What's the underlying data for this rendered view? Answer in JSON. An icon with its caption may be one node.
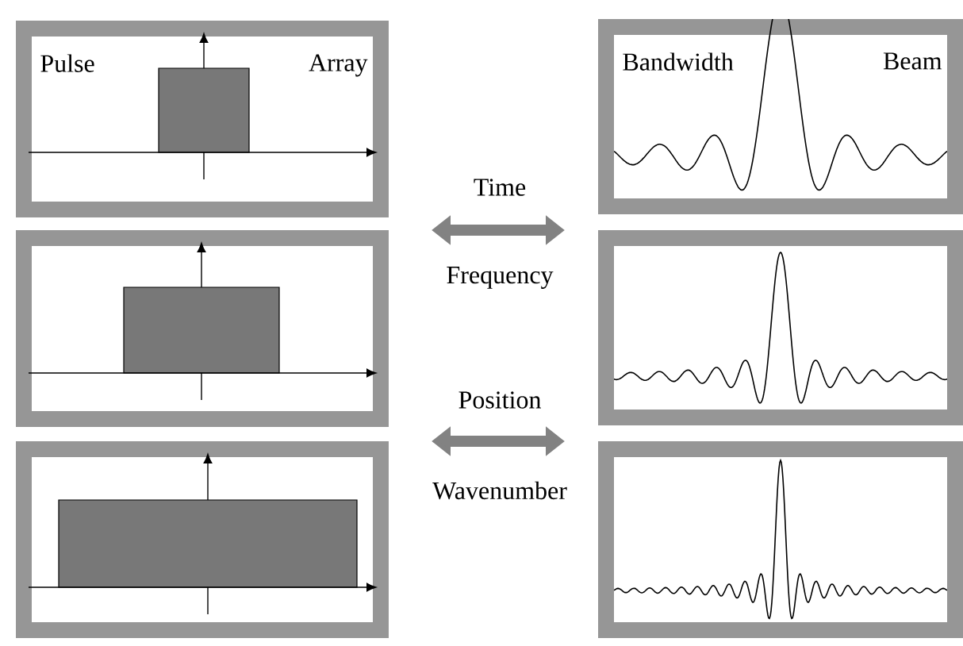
{
  "diagram": {
    "nodes": [
      {
        "text": [
          "Pulse",
          "Array"
        ]
      },
      {
        "text": [],
        "shape": "box"
      },
      {
        "text": [],
        "shape": "box"
      },
      {
        "text": [
          "Bandwidth",
          "Beam"
        ]
      },
      {
        "text": [],
        "shape": "box"
      },
      {
        "text": [],
        "shape": "box"
      }
    ],
    "labels": [
      "Time",
      "Frequency",
      "Position",
      "Wavenumber"
    ]
  }
}
